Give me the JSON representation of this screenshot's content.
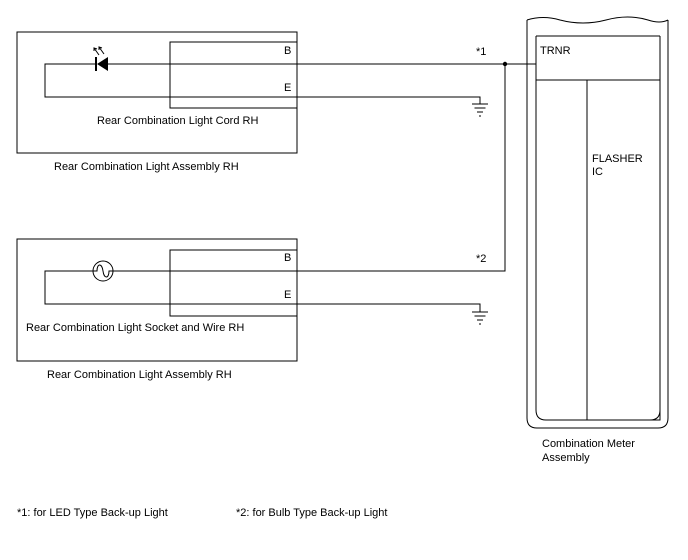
{
  "upper_assembly": {
    "cord_label": "Rear Combination Light Cord RH",
    "assembly_label": "Rear Combination Light Assembly RH",
    "pin_b": "B",
    "pin_e": "E",
    "wire_note": "*1"
  },
  "lower_assembly": {
    "socket_label": "Rear Combination Light Socket and Wire RH",
    "assembly_label": "Rear Combination Light Assembly RH",
    "pin_b": "B",
    "pin_e": "E",
    "wire_note": "*2"
  },
  "meter": {
    "terminal": "TRNR",
    "ic_line1": "FLASHER",
    "ic_line2": "IC",
    "label_line1": "Combination Meter",
    "label_line2": "Assembly"
  },
  "footnotes": {
    "note1": "*1: for LED Type Back-up Light",
    "note2": "*2: for Bulb Type Back-up Light"
  }
}
